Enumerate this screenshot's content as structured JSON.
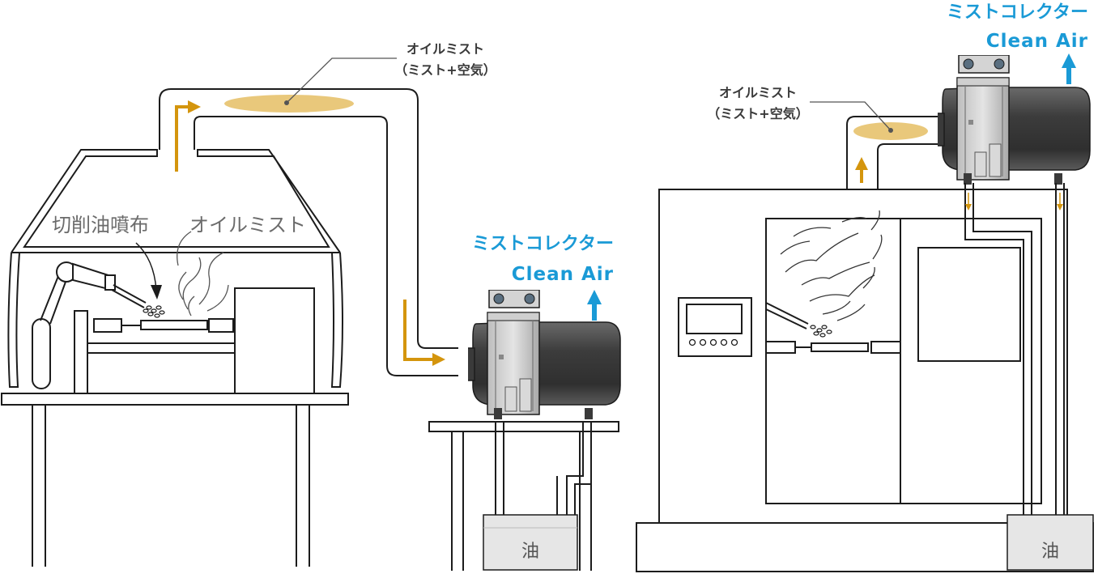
{
  "left_diagram": {
    "oil_mist_label": "オイルミスト",
    "oil_mist_sub": "（ミスト+空気）",
    "cutting_oil_label": "切削油噴布",
    "inner_mist_label": "オイルミスト",
    "collector_label": "ミストコレクター",
    "clean_air_label": "Clean Air",
    "tank_label": "油"
  },
  "right_diagram": {
    "oil_mist_label": "オイルミスト",
    "oil_mist_sub": "（ミスト+空気）",
    "collector_label": "ミストコレクター",
    "clean_air_label": "Clean Air",
    "tank_label": "油"
  },
  "colors": {
    "flow_arrow": "#d4950d",
    "mist_ellipse": "#e9c87b",
    "clean_air": "#1a9ad6",
    "motor_body": "#4a4a4a",
    "tank_fill": "#e6e6e6"
  }
}
